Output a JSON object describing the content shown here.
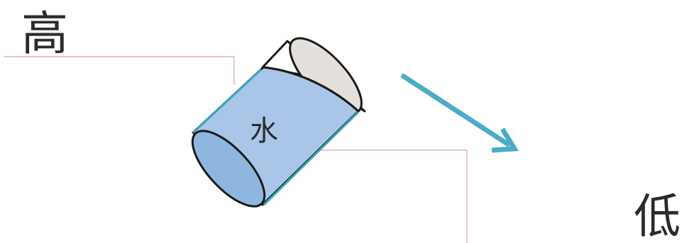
{
  "labels": {
    "high": "高",
    "low": "低",
    "water": "水"
  },
  "colors": {
    "step_line": "#d9a3b8",
    "cup_fill": "#a9c6e9",
    "cup_bottom": "#8fb6df",
    "cup_rim_inside": "#e4dfdb",
    "cup_outline": "#1a1a1a",
    "cup_edge_accent": "#3aa6c0",
    "arrow": "#4bacc6"
  }
}
